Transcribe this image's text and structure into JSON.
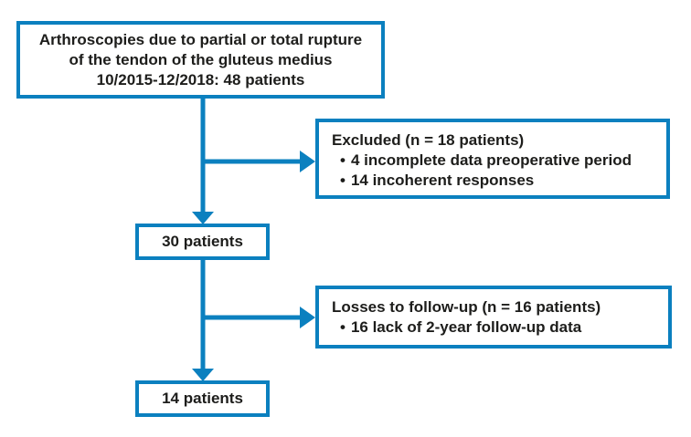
{
  "theme": {
    "accent_color": "#0b80bf",
    "text_color": "#1d1d1b"
  },
  "diagram": {
    "bullet_char": "•",
    "boxes": {
      "top": {
        "lines": [
          "Arthroscopies due to partial or total rupture",
          "of the tendon of the gluteus medius",
          "10/2015-12/2018: 48 patients"
        ]
      },
      "excluded": {
        "title": "Excluded (n = 18 patients)",
        "bullets": [
          "4 incomplete data preoperative period",
          "14 incoherent responses"
        ]
      },
      "mid": {
        "label": "30 patients"
      },
      "losses": {
        "title": "Losses to follow-up (n = 16 patients)",
        "bullets": [
          "16 lack of 2-year follow-up data"
        ]
      },
      "bottom": {
        "label": "14 patients"
      }
    }
  }
}
